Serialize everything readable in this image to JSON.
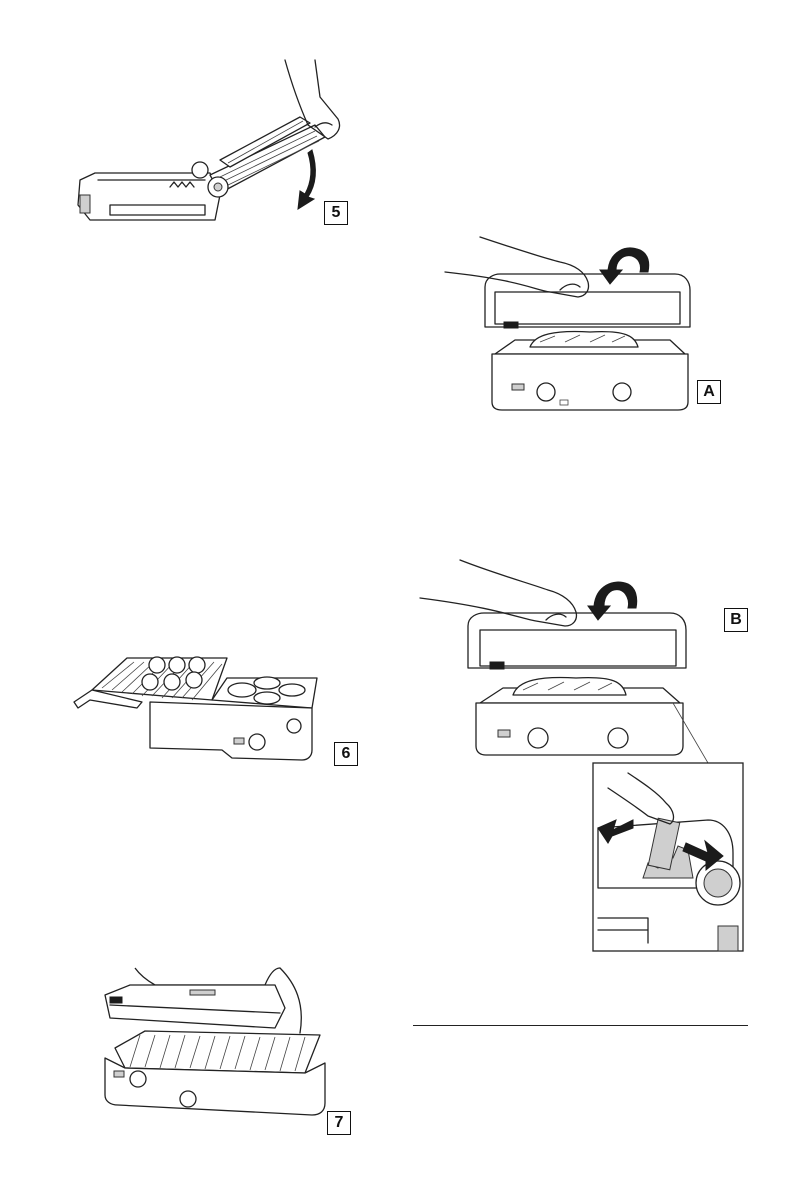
{
  "figures": [
    {
      "id": "5",
      "label": "5",
      "icon": "grill-plate-removal-illustration"
    },
    {
      "id": "A",
      "label": "A",
      "icon": "grill-close-lid-illustration"
    },
    {
      "id": "B",
      "label": "B",
      "icon": "grill-adjust-height-illustration"
    },
    {
      "id": "6",
      "label": "6",
      "icon": "grill-open-flat-illustration"
    },
    {
      "id": "7",
      "label": "7",
      "icon": "grill-drip-tray-illustration"
    }
  ]
}
